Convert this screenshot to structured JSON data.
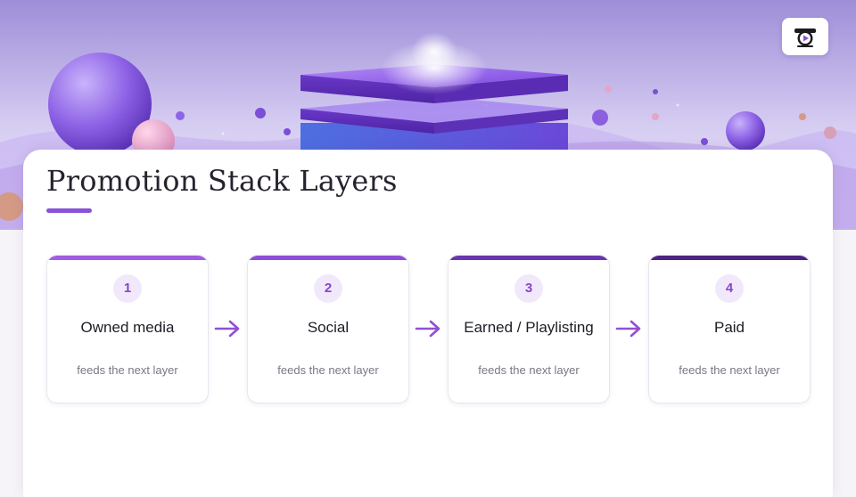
{
  "slide": {
    "title": "Promotion Stack Layers"
  },
  "steps": [
    {
      "number": "1",
      "label": "Owned media",
      "sublabel": "feeds the next layer"
    },
    {
      "number": "2",
      "label": "Social",
      "sublabel": "feeds the next layer"
    },
    {
      "number": "3",
      "label": "Earned / Playlisting",
      "sublabel": "feeds the next layer"
    },
    {
      "number": "4",
      "label": "Paid",
      "sublabel": "feeds the next layer"
    }
  ],
  "colors": {
    "accent": "#8a52d8",
    "step_bar_1": "#a25ce0",
    "step_bar_2": "#8f4ed6",
    "step_bar_3": "#6a36ad",
    "step_bar_4": "#4c2484",
    "number_bg": "#f1e9fb",
    "number_text": "#8845c8"
  },
  "icons": {
    "logo": "video-player-logo-icon",
    "connector": "arrow-right-icon"
  }
}
